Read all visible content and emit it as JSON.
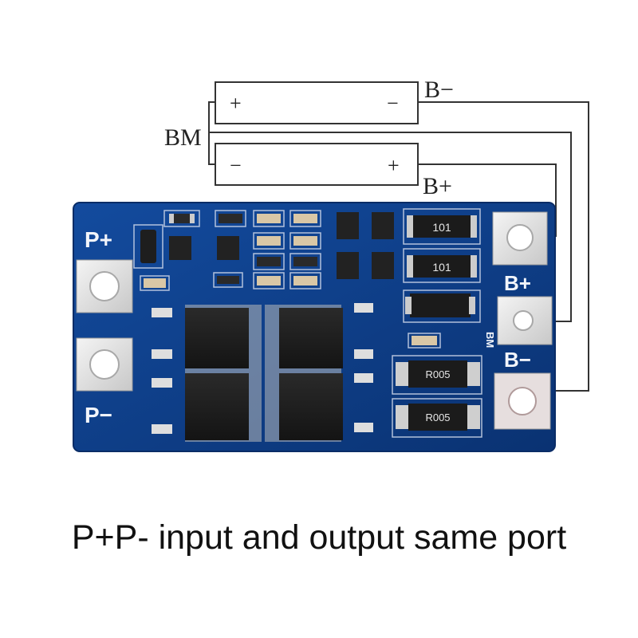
{
  "diagram": {
    "wire_labels": {
      "bm": "BM",
      "b_minus": "B−",
      "b_plus": "B+"
    },
    "cells": [
      {
        "left_terminal": "+",
        "right_terminal": "−"
      },
      {
        "left_terminal": "−",
        "right_terminal": "+"
      }
    ]
  },
  "board": {
    "pads": {
      "p_plus": "P+",
      "p_minus": "P−",
      "b_plus": "B+",
      "b_minus": "B−",
      "bm": "BM"
    },
    "resistor_codes": [
      "101",
      "101",
      "R005",
      "R005"
    ]
  },
  "caption": "P+P- input and output same port",
  "colors": {
    "pcb": "#0e3d86",
    "silkscreen": "#f2f5fb",
    "pad": "#e2e2e2",
    "chip": "#1b1b1b",
    "wire": "#333333"
  }
}
